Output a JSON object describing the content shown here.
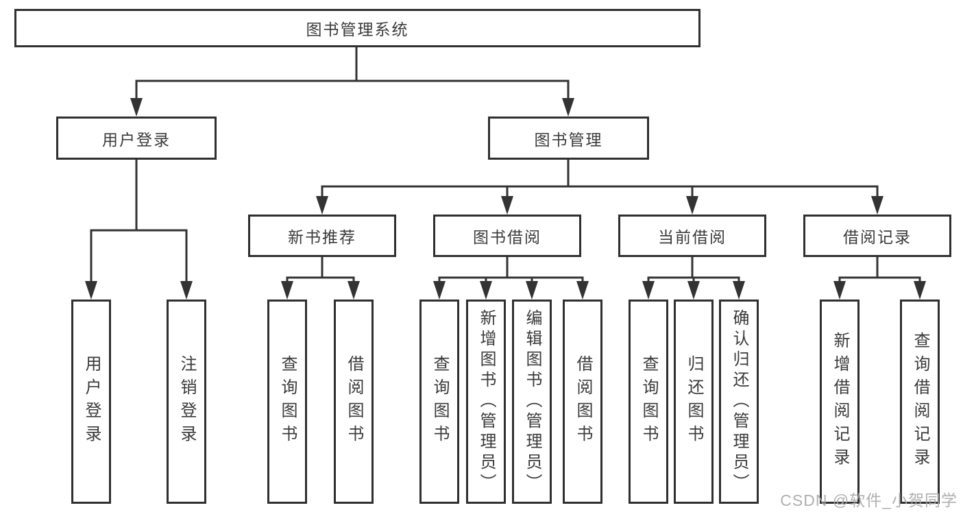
{
  "diagram": {
    "root": {
      "label": "图书管理系统"
    },
    "level2": [
      {
        "label": "用户登录"
      },
      {
        "label": "图书管理"
      }
    ],
    "level3": [
      {
        "label": "新书推荐",
        "parent": "图书管理"
      },
      {
        "label": "图书借阅",
        "parent": "图书管理"
      },
      {
        "label": "当前借阅",
        "parent": "图书管理"
      },
      {
        "label": "借阅记录",
        "parent": "图书管理"
      }
    ],
    "leaves": [
      {
        "label": "用户登录",
        "parent": "用户登录"
      },
      {
        "label": "注销登录",
        "parent": "用户登录"
      },
      {
        "label": "查询图书",
        "parent": "新书推荐"
      },
      {
        "label": "借阅图书",
        "parent": "新书推荐"
      },
      {
        "label": "查询图书",
        "parent": "图书借阅"
      },
      {
        "label": "新增图书（管理员）",
        "parent": "图书借阅"
      },
      {
        "label": "编辑图书（管理员）",
        "parent": "图书借阅"
      },
      {
        "label": "借阅图书",
        "parent": "图书借阅"
      },
      {
        "label": "查询图书",
        "parent": "当前借阅"
      },
      {
        "label": "归还图书",
        "parent": "当前借阅"
      },
      {
        "label": "确认归还（管理员）",
        "parent": "当前借阅"
      },
      {
        "label": "新增借阅记录",
        "parent": "借阅记录"
      },
      {
        "label": "查询借阅记录",
        "parent": "借阅记录"
      }
    ]
  },
  "watermark": {
    "text": "CSDN @软件_小贺同学"
  },
  "colors": {
    "line": "#333333",
    "box_border": "#2f2f2f",
    "text": "#3a3a3a",
    "background": "#ffffff",
    "watermark": "#a8a8a8"
  }
}
